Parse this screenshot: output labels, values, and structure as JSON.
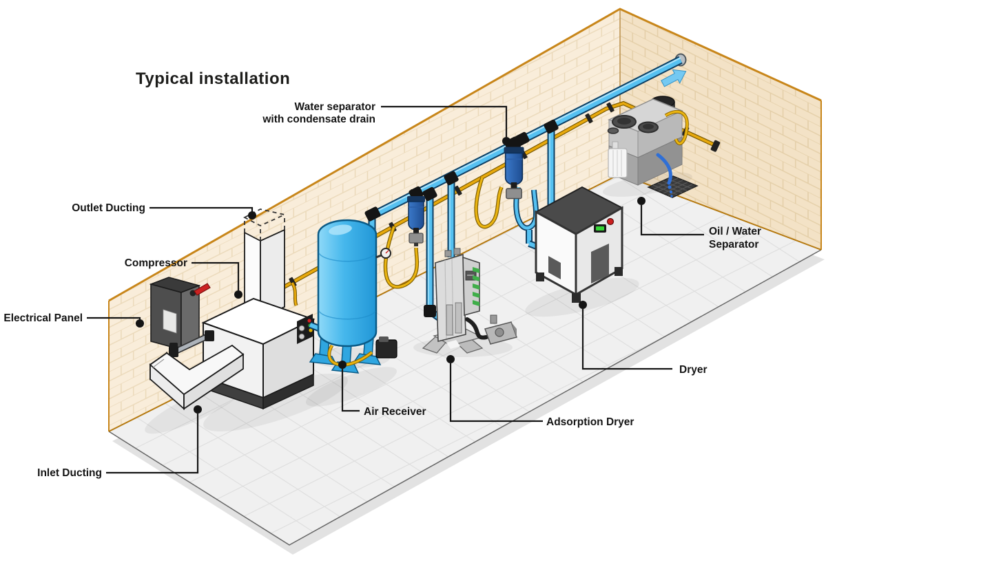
{
  "title": "Typical installation",
  "labels": {
    "water_separator_line1": "Water separator",
    "water_separator_line2": "with condensate drain",
    "outlet_ducting": "Outlet Ducting",
    "compressor": "Compressor",
    "electrical_panel": "Electrical Panel",
    "inlet_ducting": "Inlet Ducting",
    "air_receiver": "Air Receiver",
    "adsorption_dryer": "Adsorption Dryer",
    "dryer": "Dryer",
    "oil_water_line1": "Oil / Water",
    "oil_water_line2": "Separator"
  },
  "icons": {
    "flow_arrow": "up-right-air-outlet-arrow"
  },
  "colors": {
    "wall": "#f9edda",
    "wall_right": "#f3e2c6",
    "wall_edge": "#c8861a",
    "floor": "#f0f0f0",
    "floor_line": "#dddddd",
    "pipe_blue": "#56c1f1",
    "pipe_outline": "#0e3f63",
    "tank_blue": "#45b7ec",
    "conduit_yellow": "#e8a90c",
    "filter_blue": "#2e63ae",
    "green_accent": "#3fae49",
    "stream_blue": "#2f6fd6",
    "label_color": "#141414"
  }
}
